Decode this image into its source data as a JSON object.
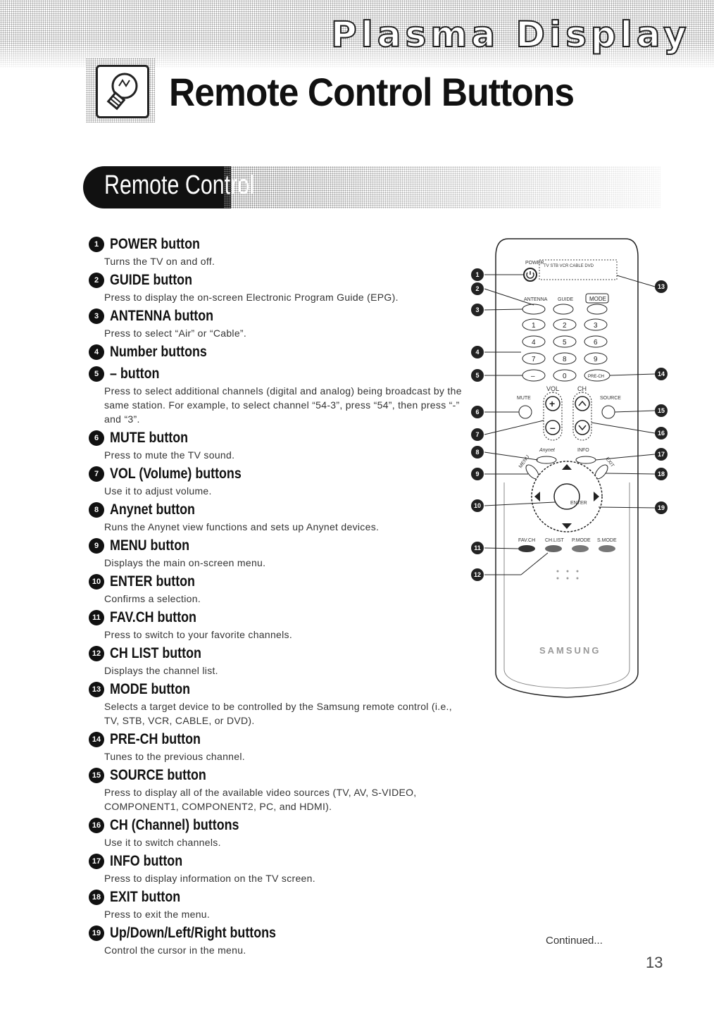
{
  "header": {
    "brand_title": "Plasma Display",
    "page_title": "Remote Control Buttons",
    "icon": "lightbulb-icon"
  },
  "section": {
    "title": "Remote Control"
  },
  "buttons": [
    {
      "num": "1",
      "title": "POWER button",
      "desc": "Turns the TV on and off."
    },
    {
      "num": "2",
      "title": "GUIDE button",
      "desc": "Press to display the on-screen Electronic Program Guide (EPG)."
    },
    {
      "num": "3",
      "title": "ANTENNA button",
      "desc": "Press to select “Air” or “Cable”."
    },
    {
      "num": "4",
      "title": "Number buttons",
      "desc": ""
    },
    {
      "num": "5",
      "title": "– button",
      "desc": "Press to select additional channels (digital and analog) being broadcast by the same station. For example, to select channel “54-3”, press “54”, then press “-” and “3”."
    },
    {
      "num": "6",
      "title": "MUTE button",
      "desc": "Press to mute the TV sound."
    },
    {
      "num": "7",
      "title": "VOL (Volume) buttons",
      "desc": "Use it to adjust volume."
    },
    {
      "num": "8",
      "title": "Anynet button",
      "desc": "Runs the Anynet view functions and sets up Anynet devices."
    },
    {
      "num": "9",
      "title": "MENU button",
      "desc": "Displays the main on-screen menu."
    },
    {
      "num": "10",
      "title": "ENTER button",
      "desc": "Confirms a selection."
    },
    {
      "num": "11",
      "title": "FAV.CH button",
      "desc": "Press to switch to your favorite channels."
    },
    {
      "num": "12",
      "title": "CH LIST button",
      "desc": "Displays the channel list."
    },
    {
      "num": "13",
      "title": "MODE button",
      "desc": "Selects a target device to be controlled by the Samsung remote control (i.e., TV, STB, VCR, CABLE, or DVD)."
    },
    {
      "num": "14",
      "title": "PRE-CH button",
      "desc": "Tunes to the previous channel."
    },
    {
      "num": "15",
      "title": "SOURCE button",
      "desc": "Press to display all of the available video sources (TV, AV, S-VIDEO, COMPONENT1, COMPONENT2, PC, and HDMI)."
    },
    {
      "num": "16",
      "title": "CH (Channel) buttons",
      "desc": "Use it to switch channels."
    },
    {
      "num": "17",
      "title": "INFO button",
      "desc": "Press to display information on the TV screen."
    },
    {
      "num": "18",
      "title": "EXIT button",
      "desc": "Press to exit the menu."
    },
    {
      "num": "19",
      "title": "Up/Down/Left/Right buttons",
      "desc": "Control the cursor in the menu."
    }
  ],
  "remote": {
    "labels": {
      "power": "POWER",
      "devices": "TV  STB  VCR  CABLE  DVD",
      "antenna": "ANTENNA",
      "guide": "GUIDE",
      "mode": "MODE",
      "keys": [
        "1",
        "2",
        "3",
        "4",
        "5",
        "6",
        "7",
        "8",
        "9"
      ],
      "dash": "–",
      "zero": "0",
      "prech": "PRE-CH",
      "vol": "VOL",
      "ch": "CH",
      "mute": "MUTE",
      "source": "SOURCE",
      "anynet": "Anynet",
      "info": "INFO",
      "menu": "MENU",
      "exit": "EXIT",
      "enter": "ENTER",
      "favch": "FAV.CH",
      "chlist": "CH.LIST",
      "pmode": "P.MODE",
      "smode": "S.MODE",
      "brand": "SAMSUNG"
    },
    "callouts_left": [
      "1",
      "2",
      "3",
      "4",
      "5",
      "6",
      "7",
      "8",
      "9",
      "10",
      "11",
      "12"
    ],
    "callouts_right": [
      "13",
      "14",
      "15",
      "16",
      "17",
      "18",
      "19"
    ]
  },
  "footer": {
    "continued": "Continued...",
    "page_number": "13"
  }
}
